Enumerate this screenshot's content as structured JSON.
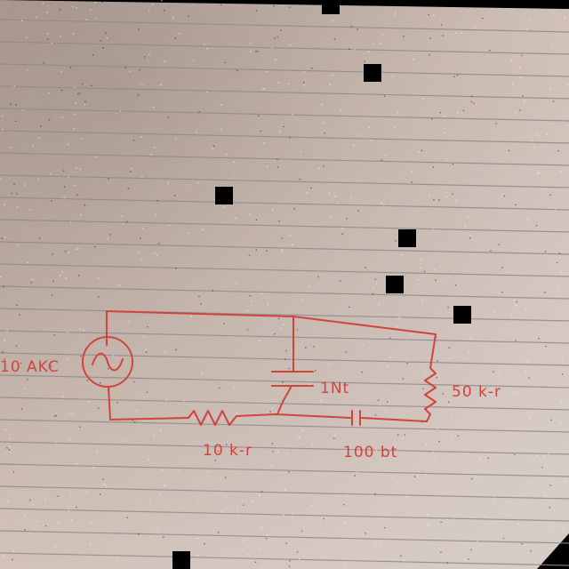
{
  "image": {
    "subject": "hand-drawn-circuit-on-lined-paper",
    "ink_color": "#d0443e",
    "paper_color": "#c9b7ab",
    "rule_color": "#8d8a8f"
  },
  "circuit": {
    "source_label": "10 AKC",
    "capacitor_label": "1Nt",
    "resistor_bottom_label": "10 k-r",
    "resistor_right_label": "50 k-r",
    "capacitor_bottom_label": "100 bt"
  }
}
